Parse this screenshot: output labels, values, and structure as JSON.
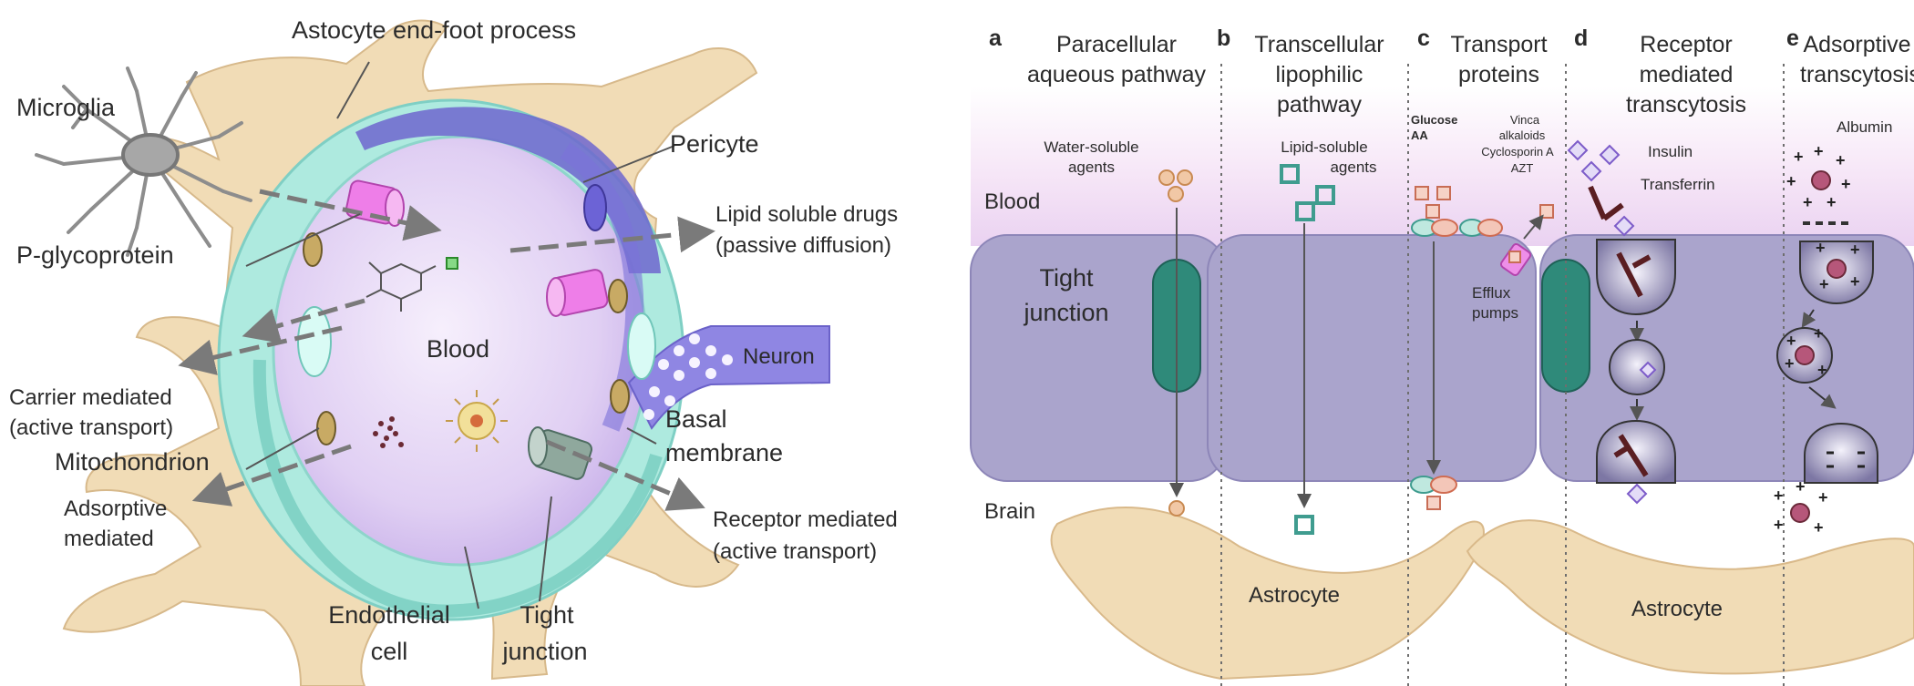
{
  "left_panel": {
    "astrocyte_endfoot": "Astocyte end-foot process",
    "microglia": "Microglia",
    "pericyte": "Pericyte",
    "p_glycoprotein": "P-glycoprotein",
    "lipid_soluble_1": "Lipid soluble drugs",
    "lipid_soluble_2": "(passive diffusion)",
    "blood": "Blood",
    "neuron": "Neuron",
    "carrier_1": "Carrier mediated",
    "carrier_2": "(active transport)",
    "basal_1": "Basal",
    "basal_2": "membrane",
    "mitochondrion": "Mitochondrion",
    "adsorptive_1": "Adsorptive",
    "adsorptive_2": "mediated",
    "receptor_1": "Receptor mediated",
    "receptor_2": "(active transport)",
    "endothelial_1": "Endothelial",
    "endothelial_2": "cell",
    "tight_1": "Tight",
    "tight_2": "junction"
  },
  "right_panel": {
    "panels": [
      {
        "letter": "a",
        "title_1": "Paracellular",
        "title_2": "aqueous pathway",
        "title_3": ""
      },
      {
        "letter": "b",
        "title_1": "Transcellular",
        "title_2": "lipophilic",
        "title_3": "pathway"
      },
      {
        "letter": "c",
        "title_1": "Transport",
        "title_2": "proteins",
        "title_3": ""
      },
      {
        "letter": "d",
        "title_1": "Receptor",
        "title_2": "mediated",
        "title_3": "transcytosis"
      },
      {
        "letter": "e",
        "title_1": "Adsorptive",
        "title_2": "transcytosis",
        "title_3": ""
      }
    ],
    "blood": "Blood",
    "brain": "Brain",
    "tight_1": "Tight",
    "tight_2": "junction",
    "water_1": "Water-soluble",
    "water_2": "agents",
    "lipid_1": "Lipid-soluble",
    "lipid_2": "agents",
    "glucose": "Glucose",
    "aa": "AA",
    "vinca": "Vinca",
    "alkaloids": "alkaloids",
    "cyclosporin": "Cyclosporin A",
    "azt": "AZT",
    "efflux_1": "Efflux",
    "efflux_2": "pumps",
    "insulin": "Insulin",
    "transferrin": "Transferrin",
    "albumin": "Albumin",
    "astrocyte": "Astrocyte"
  },
  "colors": {
    "astrocyte": "#f1dcb6",
    "astrocyte_edge": "#d9b98a",
    "endothelium": "#b9eee6",
    "lumen": "#e2d2f4",
    "pericyte": "#7b73d6",
    "blood_band": "#f3e3f5",
    "cell_block": "#aaa4cc",
    "tight_junction": "#2f8a7a",
    "pink": "#e06ad8"
  }
}
